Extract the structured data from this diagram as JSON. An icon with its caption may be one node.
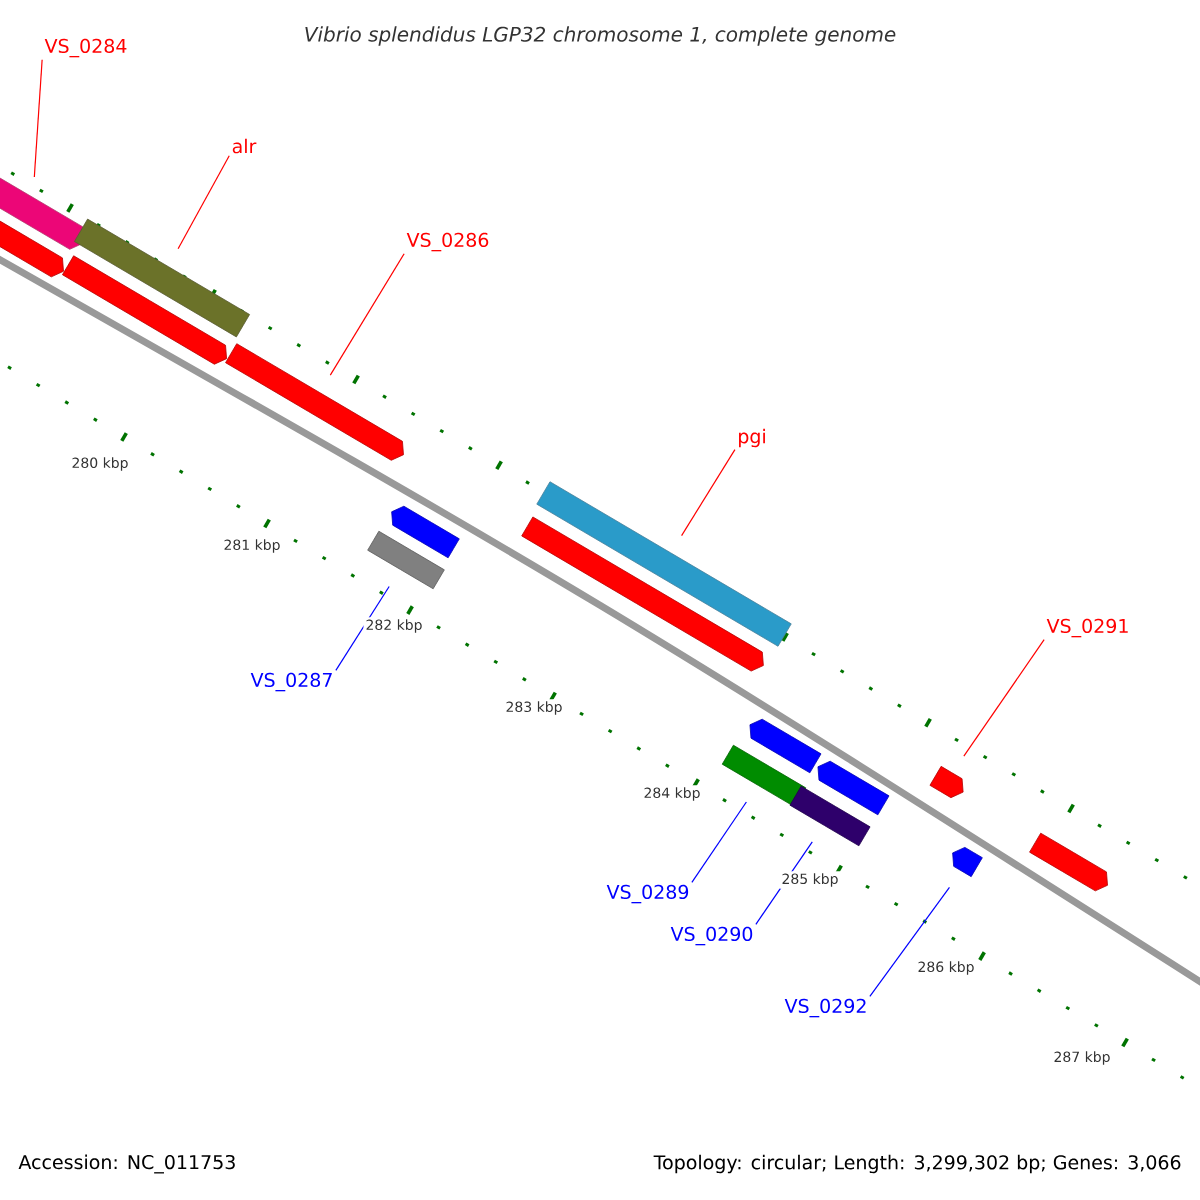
{
  "diagram": {
    "title": "Vibrio splendidus LGP32 chromosome 1, complete genome",
    "nodes": [
      {
        "text": [
          "VS_0284"
        ]
      },
      {
        "text": [
          "alr"
        ]
      },
      {
        "text": [
          "VS_0286"
        ]
      },
      {
        "text": [
          "pgi"
        ]
      },
      {
        "text": [
          "VS_0291"
        ]
      },
      {
        "text": [
          "VS_0287"
        ]
      },
      {
        "text": [
          "VS_0289"
        ]
      },
      {
        "text": [
          "VS_0290"
        ]
      },
      {
        "text": [
          "VS_0292"
        ]
      },
      {
        "text": [],
        "shape": "bar"
      },
      {
        "text": [],
        "shape": "bar"
      },
      {
        "text": [],
        "shape": "bar"
      },
      {
        "text": [],
        "shape": "bar"
      },
      {
        "text": [],
        "shape": "bar"
      },
      {
        "text": [],
        "shape": "bar"
      },
      {
        "text": [],
        "shape": "bar"
      },
      {
        "text": [],
        "shape": "bar"
      },
      {
        "text": [],
        "shape": "bar"
      },
      {
        "text": [],
        "shape": "bar"
      },
      {
        "text": [],
        "shape": "bar"
      },
      {
        "text": [],
        "shape": "bar"
      },
      {
        "text": [],
        "shape": "bar"
      },
      {
        "text": [],
        "shape": "bar"
      },
      {
        "text": [],
        "shape": "bar"
      },
      {
        "text": [],
        "shape": "bar"
      }
    ],
    "edges": [
      {
        "from": 0,
        "to": 10,
        "arrow": "none"
      },
      {
        "from": 1,
        "to": 12,
        "arrow": "none"
      },
      {
        "from": 2,
        "to": 13,
        "arrow": "none"
      },
      {
        "from": 3,
        "to": 17,
        "arrow": "none"
      },
      {
        "from": 4,
        "to": 22,
        "arrow": "none"
      },
      {
        "from": 5,
        "to": 14,
        "arrow": "none",
        "color": "#0000ff"
      },
      {
        "from": 6,
        "to": 18,
        "arrow": "none",
        "color": "#0000ff"
      },
      {
        "from": 7,
        "to": 20,
        "arrow": "none",
        "color": "#0000ff"
      },
      {
        "from": 8,
        "to": 23,
        "arrow": "none",
        "color": "#0000ff"
      }
    ],
    "labels": [
      "280 kbp",
      "281 kbp",
      "282 kbp",
      "283 kbp",
      "284 kbp",
      "285 kbp",
      "286 kbp",
      "287 kbp",
      "Accession: NC_011753",
      "Topology: circular; Length: 3,299,302 bp; Genes: 3,066"
    ]
  }
}
